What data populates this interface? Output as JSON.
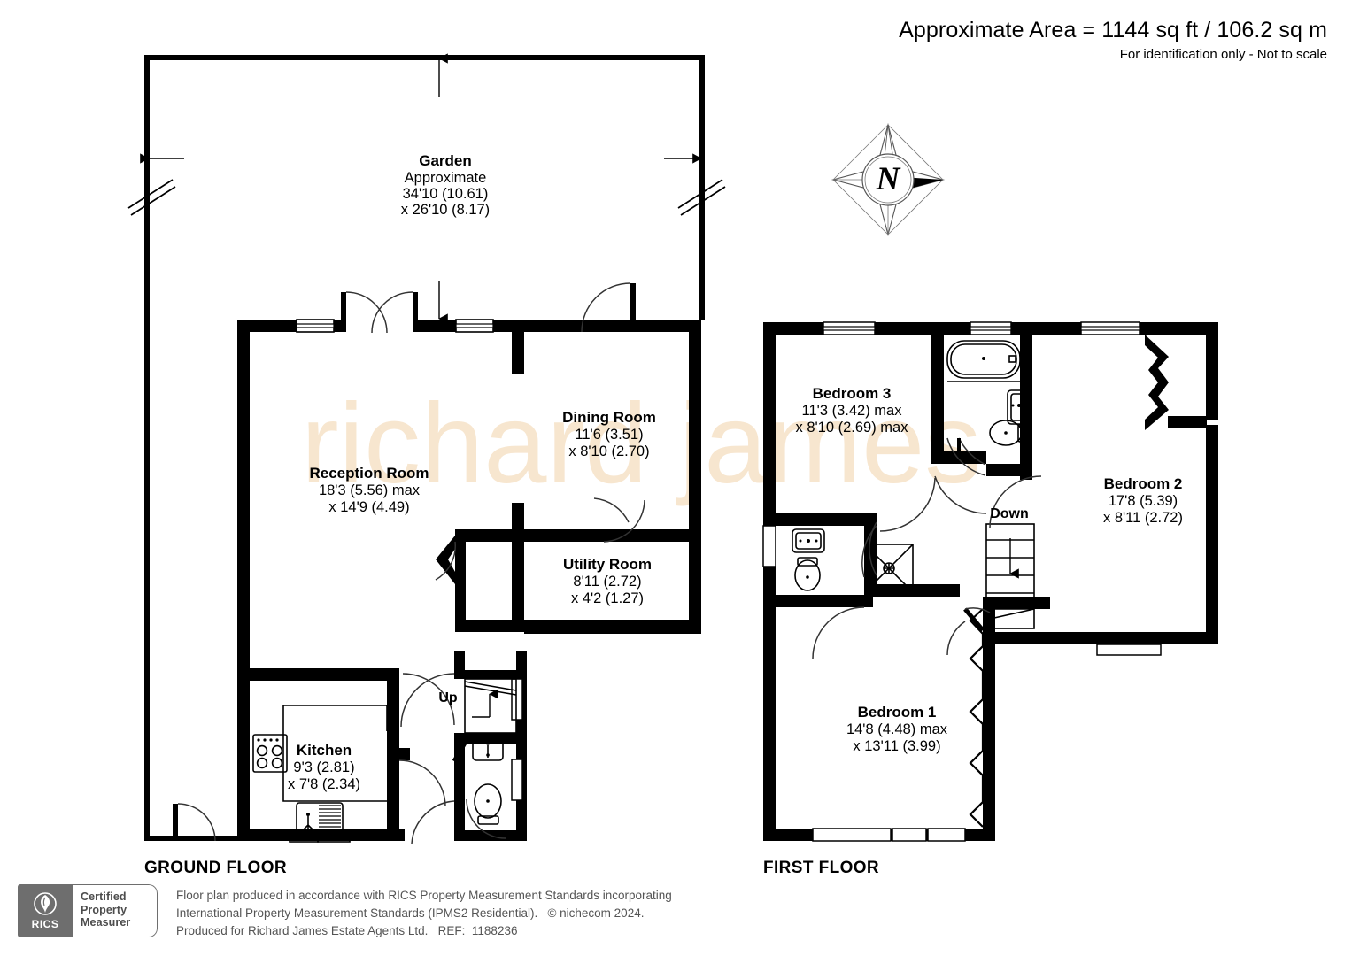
{
  "header": {
    "area_line": "Approximate Area = 1144 sq ft / 106.2 sq m",
    "identification_line": "For identification only - Not to scale"
  },
  "watermark": {
    "text": "richard james",
    "color": "#f7e6cf"
  },
  "compass": {
    "label": "N",
    "name": "north-compass-rose"
  },
  "floors": [
    {
      "id": "ground",
      "label": "GROUND FLOOR",
      "rooms": [
        {
          "name": "Garden",
          "lines": [
            "Garden",
            "Approximate",
            "34'10 (10.61)",
            "x 26'10 (8.17)"
          ],
          "title": "Garden",
          "sub1": "Approximate",
          "dim1": "34'10 (10.61)",
          "dim2": "x 26'10 (8.17)"
        },
        {
          "name": "Reception Room",
          "title": "Reception Room",
          "dim1": "18'3 (5.56) max",
          "dim2": "x 14'9 (4.49)"
        },
        {
          "name": "Dining Room",
          "title": "Dining Room",
          "dim1": "11'6 (3.51)",
          "dim2": "x 8'10 (2.70)"
        },
        {
          "name": "Utility Room",
          "title": "Utility Room",
          "dim1": "8'11 (2.72)",
          "dim2": "x 4'2 (1.27)"
        },
        {
          "name": "Kitchen",
          "title": "Kitchen",
          "dim1": "9'3 (2.81)",
          "dim2": "x 7'8 (2.34)"
        }
      ],
      "annotations": [
        {
          "name": "stairs-up",
          "text": "Up"
        }
      ]
    },
    {
      "id": "first",
      "label": "FIRST FLOOR",
      "rooms": [
        {
          "name": "Bedroom 3",
          "title": "Bedroom 3",
          "dim1": "11'3 (3.42) max",
          "dim2": "x 8'10 (2.69) max"
        },
        {
          "name": "Bedroom 2",
          "title": "Bedroom 2",
          "dim1": "17'8 (5.39)",
          "dim2": "x 8'11 (2.72)"
        },
        {
          "name": "Bedroom 1",
          "title": "Bedroom 1",
          "dim1": "14'8 (4.48) max",
          "dim2": "x 13'11 (3.99)"
        }
      ],
      "annotations": [
        {
          "name": "stairs-down",
          "text": "Down"
        }
      ]
    }
  ],
  "footer": {
    "rics": {
      "wordmark": "RICS",
      "line1": "Certified",
      "line2": "Property",
      "line3": "Measurer"
    },
    "disclaimer_line1": "Floor plan produced in accordance with RICS Property Measurement Standards incorporating",
    "disclaimer_line2": "International Property Measurement Standards (IPMS2 Residential).   © nichecom 2024.",
    "disclaimer_line3": "Produced for Richard James Estate Agents Ltd.   REF:  1188236"
  }
}
